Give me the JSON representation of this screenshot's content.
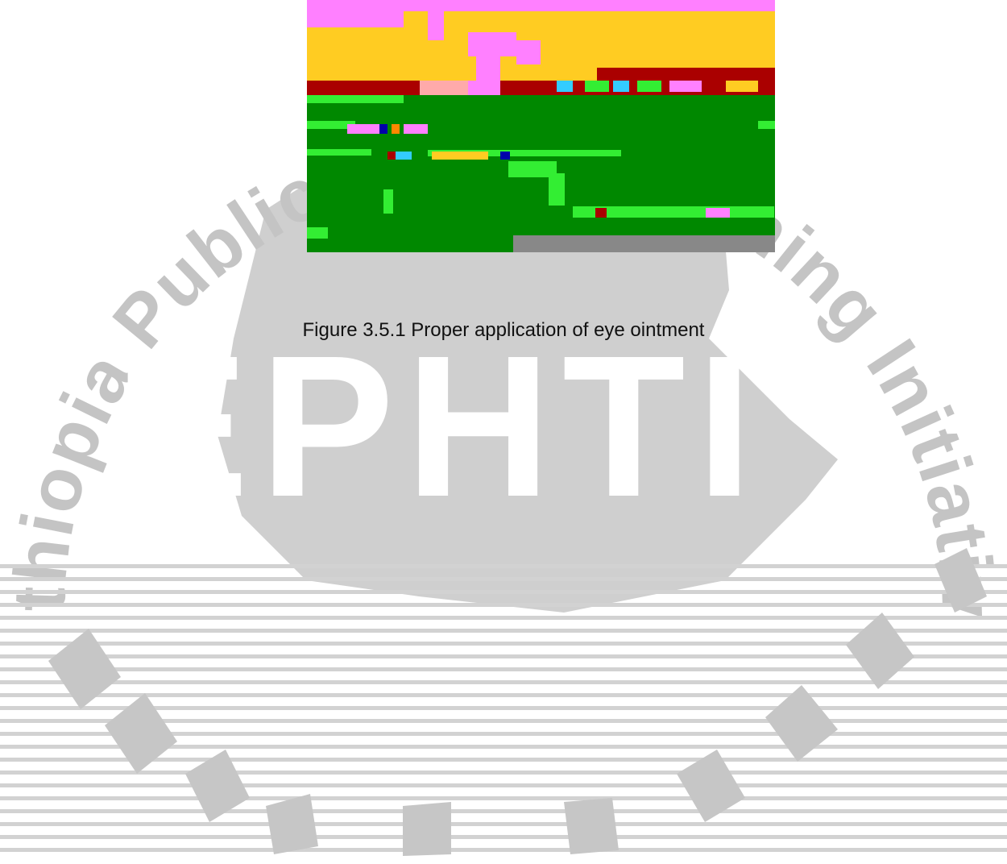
{
  "document": {
    "figure": {
      "caption": "Figure 3.5.1 Proper application of eye ointment",
      "image_semantic": "eye-ointment-application-photo"
    },
    "watermark": {
      "center_text": "EPHTI",
      "ring_text_top": "Ethiopia Public Health Training Initiative",
      "color": "#c8c8c8",
      "outline_color": "#d6d6d6"
    },
    "colors": {
      "background": "#ffffff",
      "caption_text": "#111111",
      "image_pink": "#ff80ff",
      "image_yellow": "#ffcc22",
      "image_darkred": "#aa0000",
      "image_green": "#008800",
      "image_lime": "#33ee33",
      "image_gray": "#888888"
    }
  }
}
